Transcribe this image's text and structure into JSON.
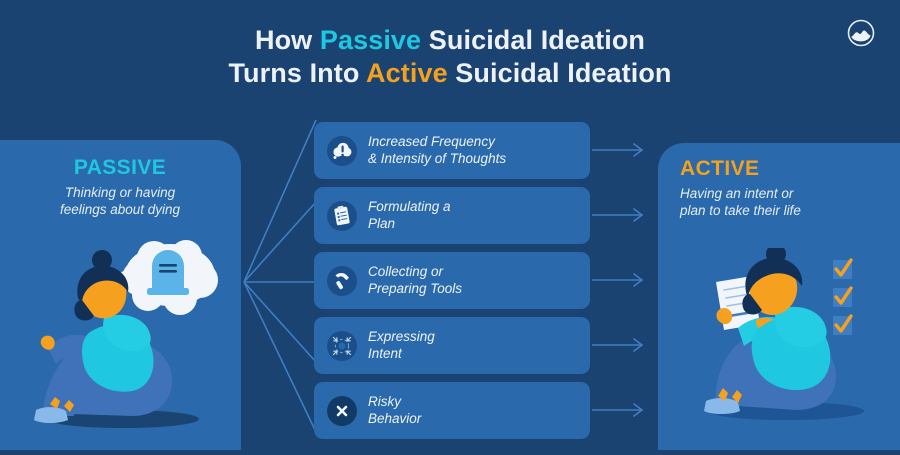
{
  "page": {
    "background_color": "#1a4372",
    "panel_color": "#2a69ab",
    "accent_cyan": "#1fc7e0",
    "accent_orange": "#f5a01e",
    "text_color": "#eef2f6"
  },
  "logo": {
    "icon": "circle-mountain-logo"
  },
  "title": {
    "line1_pre": "How ",
    "line1_highlight": "Passive",
    "line1_post": " Suicidal Ideation",
    "line2_pre": "Turns Into ",
    "line2_highlight": "Active",
    "line2_post": " Suicidal Ideation"
  },
  "left_panel": {
    "kicker": "PASSIVE",
    "subtitle_line1": "Thinking or having",
    "subtitle_line2": "feelings about dying",
    "illustration": "seated-person-with-tombstone-thought-bubble"
  },
  "right_panel": {
    "kicker": "ACTIVE",
    "subtitle_line1": "Having an intent or",
    "subtitle_line2": "plan to take their life",
    "illustration": "seated-person-reading-note-with-checkmarks",
    "checkmark_count": 3
  },
  "steps": [
    {
      "icon": "thought-cloud-exclamation-icon",
      "line1": "Increased Frequency",
      "line2": "& Intensity of Thoughts"
    },
    {
      "icon": "clipboard-checklist-icon",
      "line1": "Formulating a",
      "line2": "Plan"
    },
    {
      "icon": "hammer-icon",
      "line1": "Collecting or",
      "line2": "Preparing Tools"
    },
    {
      "icon": "target-inward-arrows-icon",
      "line1": "Expressing",
      "line2": "Intent"
    },
    {
      "icon": "x-circle-icon",
      "line1": "Risky",
      "line2": "Behavior"
    }
  ],
  "connectors": {
    "fan_line_count": 5,
    "arrow_count": 5
  }
}
